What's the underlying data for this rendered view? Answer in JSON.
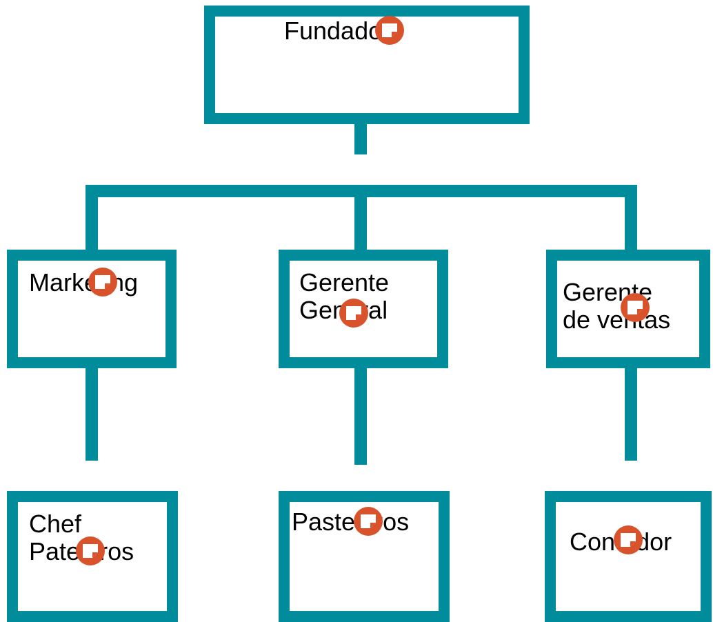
{
  "colors": {
    "connector": "#008c9a",
    "box_border": "#008c9a",
    "note_badge": "#d8532b",
    "text": "#000000"
  },
  "org_chart": {
    "root": {
      "lines": [
        "Fundador"
      ],
      "note_icon": "comment-note-icon"
    },
    "level2": [
      {
        "lines": [
          "Marketing"
        ],
        "note_icon": "comment-note-icon"
      },
      {
        "lines": [
          "Gerente",
          "General"
        ],
        "note_icon": "comment-note-icon"
      },
      {
        "lines": [
          "Gerente",
          "de ventas"
        ],
        "note_icon": "comment-note-icon"
      }
    ],
    "level3": [
      {
        "lines": [
          "Chef",
          "Pateleros"
        ],
        "note_icon": "comment-note-icon"
      },
      {
        "lines": [
          "Pasteleros"
        ],
        "note_icon": "comment-note-icon"
      },
      {
        "lines": [
          "Contador"
        ],
        "note_icon": "comment-note-icon"
      }
    ]
  }
}
